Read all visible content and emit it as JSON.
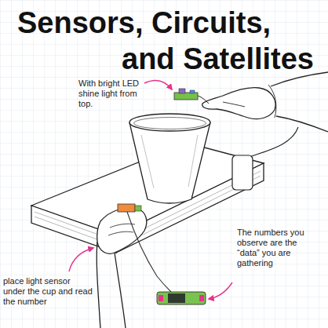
{
  "diagram": {
    "title": "Sensors, Circuits, and Satellites",
    "labels": [
      "With bright LED shine light from top.",
      "The numbers you observe are the “data” you are gathering",
      "place light sensor under the cup and read the number"
    ]
  }
}
